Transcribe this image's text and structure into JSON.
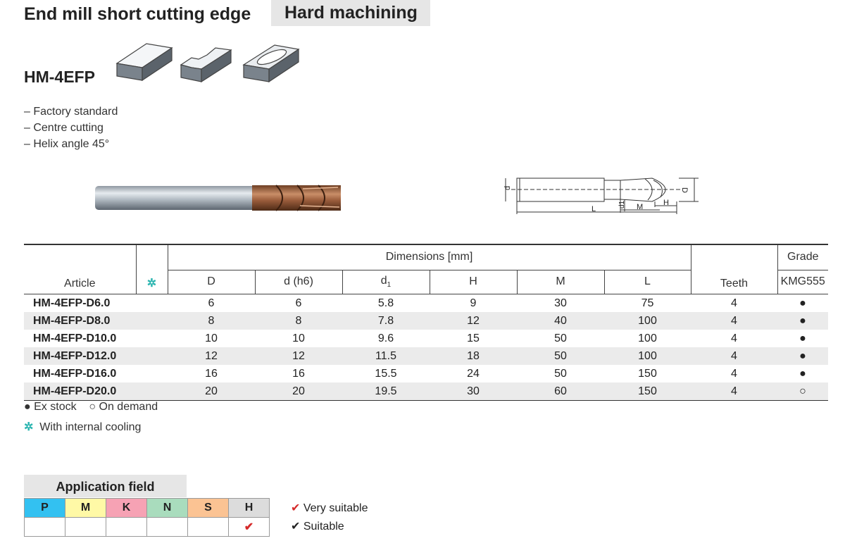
{
  "header": {
    "title": "End mill short cutting edge",
    "tag": "Hard machining"
  },
  "product": {
    "model": "HM-4EFP",
    "features": [
      "– Factory standard",
      "– Centre cutting",
      "– Helix angle 45°"
    ]
  },
  "drawing_labels": {
    "d": "d",
    "D": "D",
    "d1": "d1",
    "M": "M",
    "H": "H",
    "L": "L"
  },
  "table": {
    "group_header": "Dimensions [mm]",
    "col_article": "Article",
    "cooling_icon": "snowflake-icon",
    "dim_cols": [
      "D",
      "d (h6)",
      "d1",
      "H",
      "M",
      "L"
    ],
    "col_teeth": "Teeth",
    "col_grade": "Grade",
    "grade_name": "KMG555",
    "rows": [
      {
        "article": "HM-4EFP-D6.0",
        "D": "6",
        "d": "6",
        "d1": "5.8",
        "H": "9",
        "M": "30",
        "L": "75",
        "teeth": "4",
        "grade": "●"
      },
      {
        "article": "HM-4EFP-D8.0",
        "D": "8",
        "d": "8",
        "d1": "7.8",
        "H": "12",
        "M": "40",
        "L": "100",
        "teeth": "4",
        "grade": "●"
      },
      {
        "article": "HM-4EFP-D10.0",
        "D": "10",
        "d": "10",
        "d1": "9.6",
        "H": "15",
        "M": "50",
        "L": "100",
        "teeth": "4",
        "grade": "●"
      },
      {
        "article": "HM-4EFP-D12.0",
        "D": "12",
        "d": "12",
        "d1": "11.5",
        "H": "18",
        "M": "50",
        "L": "100",
        "teeth": "4",
        "grade": "●"
      },
      {
        "article": "HM-4EFP-D16.0",
        "D": "16",
        "d": "16",
        "d1": "15.5",
        "H": "24",
        "M": "50",
        "L": "150",
        "teeth": "4",
        "grade": "●"
      },
      {
        "article": "HM-4EFP-D20.0",
        "D": "20",
        "d": "20",
        "d1": "19.5",
        "H": "30",
        "M": "60",
        "L": "150",
        "teeth": "4",
        "grade": "○"
      }
    ]
  },
  "legend": {
    "ex_stock_symbol": "●",
    "ex_stock": "Ex stock",
    "on_demand_symbol": "○",
    "on_demand": "On demand",
    "cooling_symbol": "✲",
    "cooling": "With internal cooling"
  },
  "application": {
    "title": "Application field",
    "materials": [
      {
        "label": "P",
        "color": "#33c1f1"
      },
      {
        "label": "M",
        "color": "#fff9a6"
      },
      {
        "label": "K",
        "color": "#f6a2b4"
      },
      {
        "label": "N",
        "color": "#a9dcbd"
      },
      {
        "label": "S",
        "color": "#fbc393"
      },
      {
        "label": "H",
        "color": "#dcdcdc"
      }
    ],
    "marks": [
      "",
      "",
      "",
      "",
      "",
      "✔"
    ],
    "very_suitable_symbol": "✔",
    "very_suitable": "Very suitable",
    "suitable_symbol": "✔",
    "suitable": "Suitable"
  },
  "colors": {
    "check_red": "#d52a2a",
    "cooling": "#2bb5b0",
    "row_alt": "#ebebeb"
  }
}
